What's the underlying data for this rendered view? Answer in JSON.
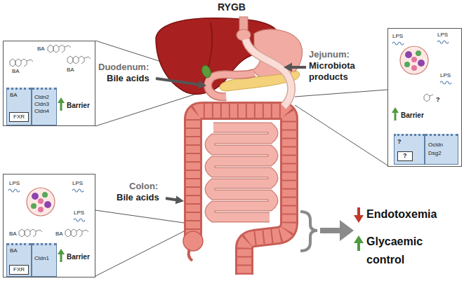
{
  "diagram": {
    "title": "RYGB",
    "nodes": [
      {
        "text": [
          "BA",
          "BA",
          "BA",
          "Barrier"
        ]
      },
      {
        "text": [
          "BA"
        ],
        "in": 0
      },
      {
        "text": [
          "FXR"
        ],
        "in": 1
      },
      {
        "text": [
          "Cldn2",
          "Cldn3",
          "Cldn4"
        ],
        "in": 0
      },
      {
        "text": [
          "LPS",
          "LPS",
          "LPS",
          "?",
          "Barrier"
        ]
      },
      {
        "text": [
          "?"
        ],
        "in": 4
      },
      {
        "text": [
          "?"
        ],
        "in": 5
      },
      {
        "text": [
          "Ocldn",
          "Dsg2"
        ],
        "in": 4
      },
      {
        "text": [
          "LPS",
          "LPS",
          "LPS",
          "BA",
          "BA",
          "Barrier"
        ]
      },
      {
        "text": [
          "BA"
        ],
        "in": 8
      },
      {
        "text": [
          "FXR"
        ],
        "in": 9
      },
      {
        "text": [
          "Cldn1"
        ],
        "in": 8
      }
    ],
    "labels": [
      "Duodenum:",
      "Bile acids",
      "Jejunum:",
      "Microbiota products",
      "Colon:",
      "Bile acids",
      "Endotoxemia",
      "Glycaemic control"
    ]
  }
}
